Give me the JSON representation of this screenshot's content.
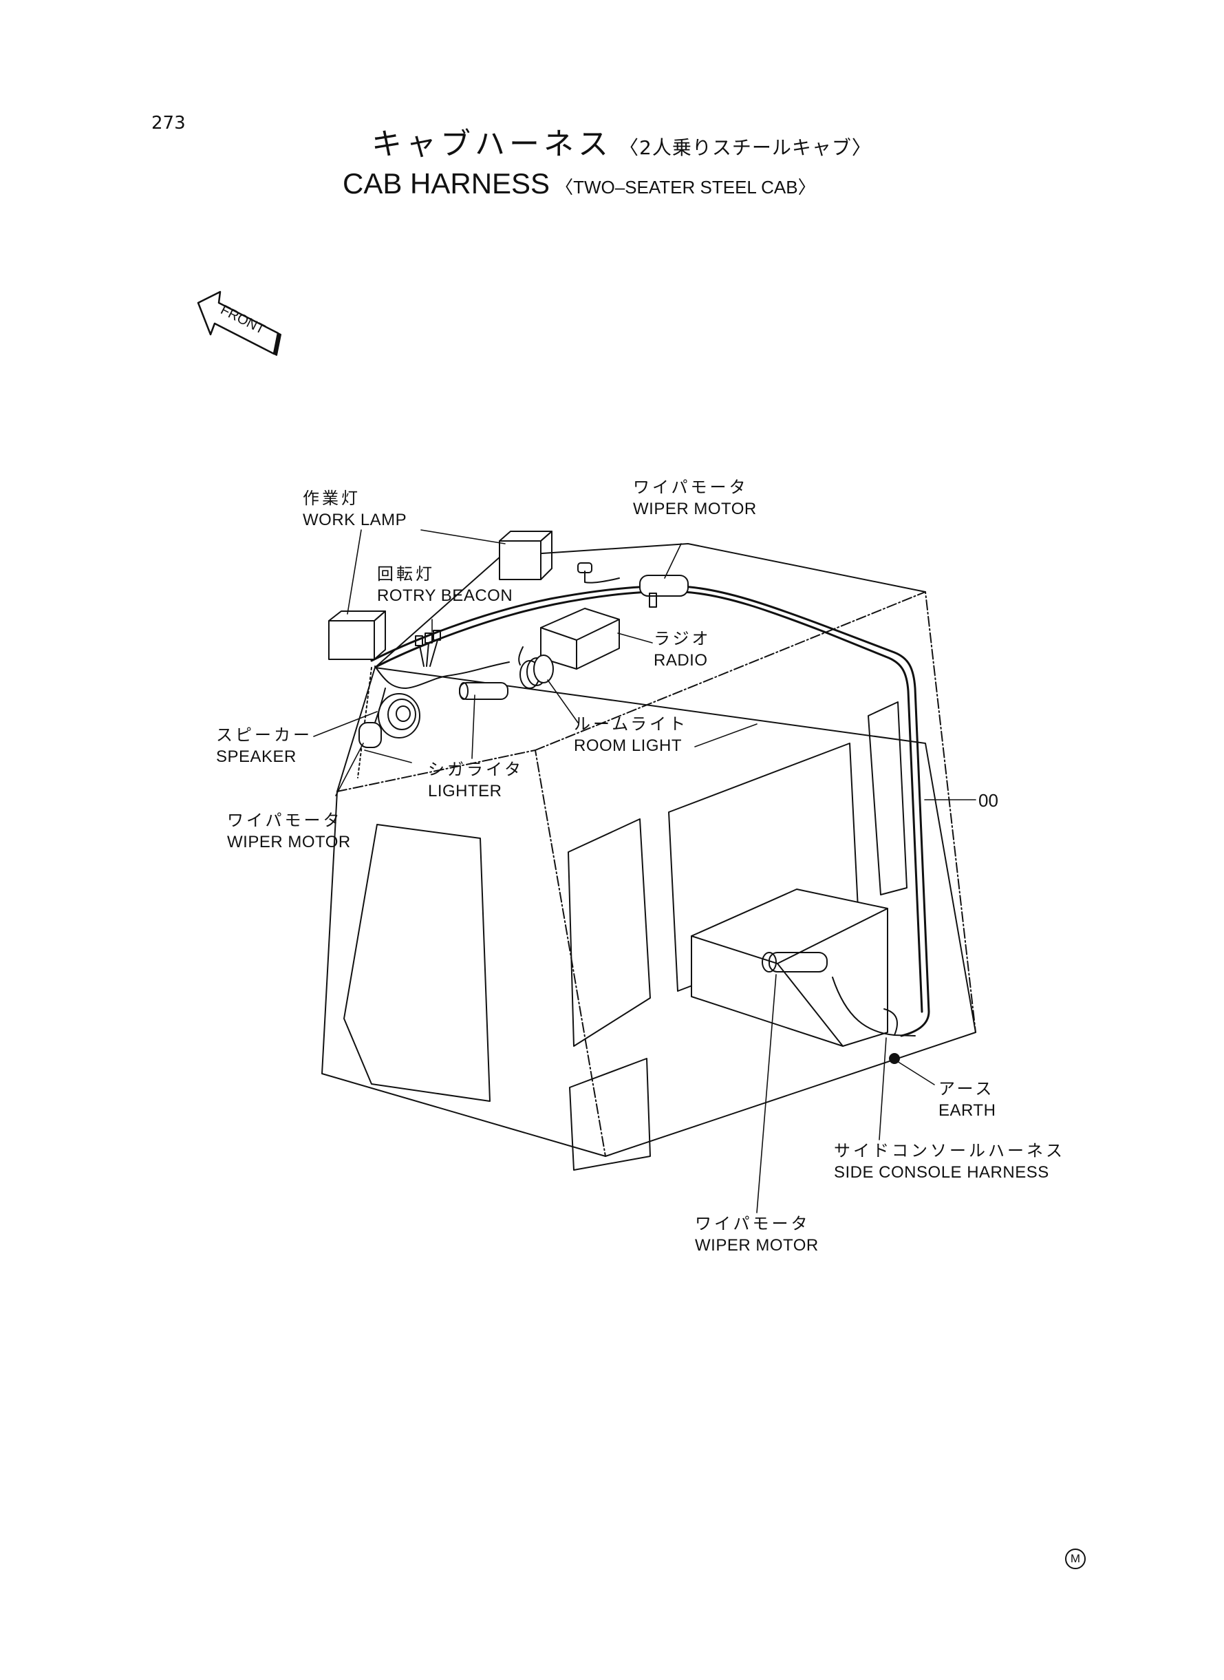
{
  "page_number": "273",
  "title": {
    "jp_main": "キャブハーネス",
    "jp_sub": "〈2人乗りスチールキャブ〉",
    "en_main": "CAB HARNESS",
    "en_sub": "〈TWO–SEATER STEEL CAB〉"
  },
  "front_arrow": "FRONT",
  "labels": {
    "work_lamp": {
      "jp": "作業灯",
      "en": "WORK LAMP"
    },
    "rotry_beacon": {
      "jp": "回転灯",
      "en": "ROTRY BEACON"
    },
    "wiper_motor_top": {
      "jp": "ワイパモータ",
      "en": "WIPER MOTOR"
    },
    "radio": {
      "jp": "ラジオ",
      "en": "RADIO"
    },
    "room_light": {
      "jp": "ルームライト",
      "en": "ROOM LIGHT"
    },
    "speaker": {
      "jp": "スピーカー",
      "en": "SPEAKER"
    },
    "lighter": {
      "jp": "シガライタ",
      "en": "LIGHTER"
    },
    "wiper_motor_left": {
      "jp": "ワイパモータ",
      "en": "WIPER MOTOR"
    },
    "harness_ref": "00",
    "earth": {
      "jp": "アース",
      "en": "EARTH"
    },
    "side_console_harness": {
      "jp": "サイドコンソールハーネス",
      "en": "SIDE CONSOLE HARNESS"
    },
    "wiper_motor_bottom": {
      "jp": "ワイパモータ",
      "en": "WIPER MOTOR"
    }
  },
  "corner_mark": "M",
  "colors": {
    "ink": "#111111",
    "paper": "#ffffff"
  }
}
